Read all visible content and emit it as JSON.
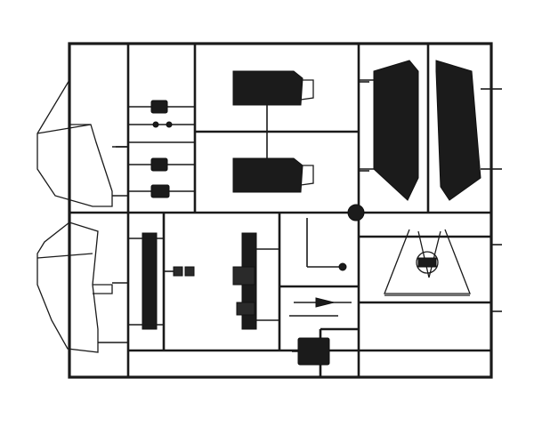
{
  "diagram": {
    "kind": "model-kit-sprue",
    "colors": {
      "ink": "#1a1a1a",
      "background": "#ffffff"
    },
    "parts": [
      "left-body-panel-upper",
      "left-body-panel-lower",
      "small-part-1",
      "small-part-2",
      "small-part-3",
      "small-part-4",
      "seat-upper",
      "seat-lower",
      "door-panel-left",
      "door-panel-right",
      "long-rod-part",
      "dashboard-part",
      "small-bracket",
      "antenna-part-1",
      "antenna-part-2",
      "small-block-part",
      "triangular-frame-part",
      "gear-part"
    ]
  }
}
